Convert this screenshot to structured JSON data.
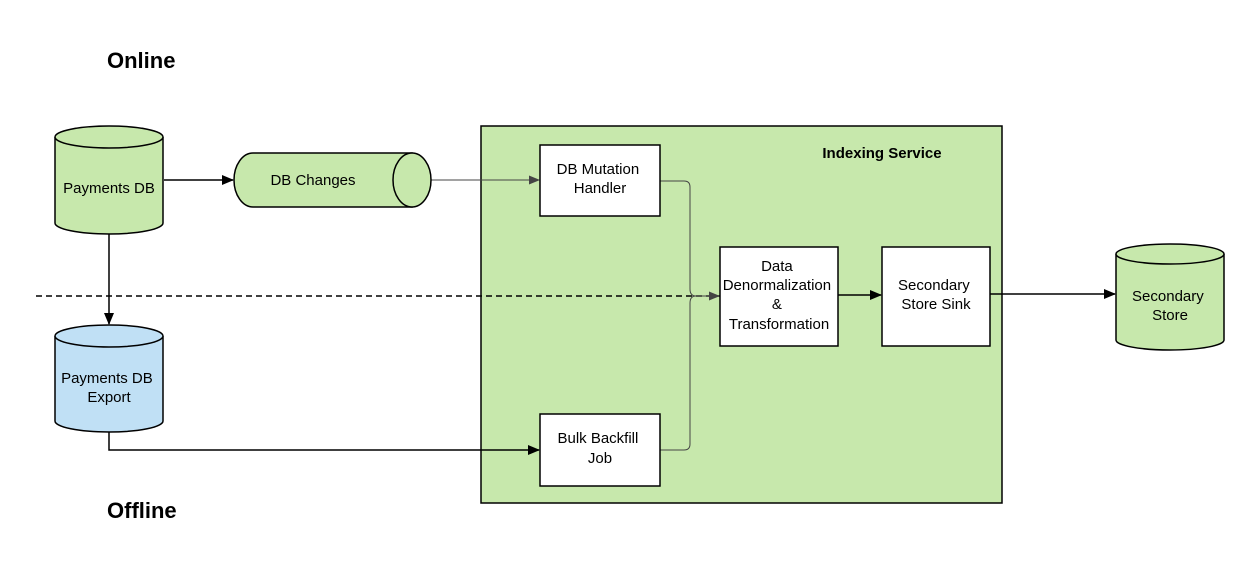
{
  "diagram": {
    "online_label": "Online",
    "offline_label": "Offline",
    "indexing_service_title": "Indexing Service",
    "nodes": {
      "payments_db": [
        "Payments DB"
      ],
      "db_changes": [
        "DB Changes"
      ],
      "db_mutation_handler": [
        "DB Mutation",
        "Handler"
      ],
      "payments_db_export": [
        "Payments DB",
        "Export"
      ],
      "bulk_backfill_job": [
        "Bulk Backfill",
        "Job"
      ],
      "data_denormalization": [
        "Data",
        "Denormalization",
        "&",
        "Transformation"
      ],
      "secondary_store_sink": [
        "Secondary",
        "Store Sink"
      ],
      "secondary_store": [
        "Secondary",
        "Store"
      ]
    },
    "colors": {
      "green_fill": "#c7e8ac",
      "blue_fill": "#c0e0f5",
      "stroke": "#000000",
      "thin_connector": "#444444"
    }
  }
}
